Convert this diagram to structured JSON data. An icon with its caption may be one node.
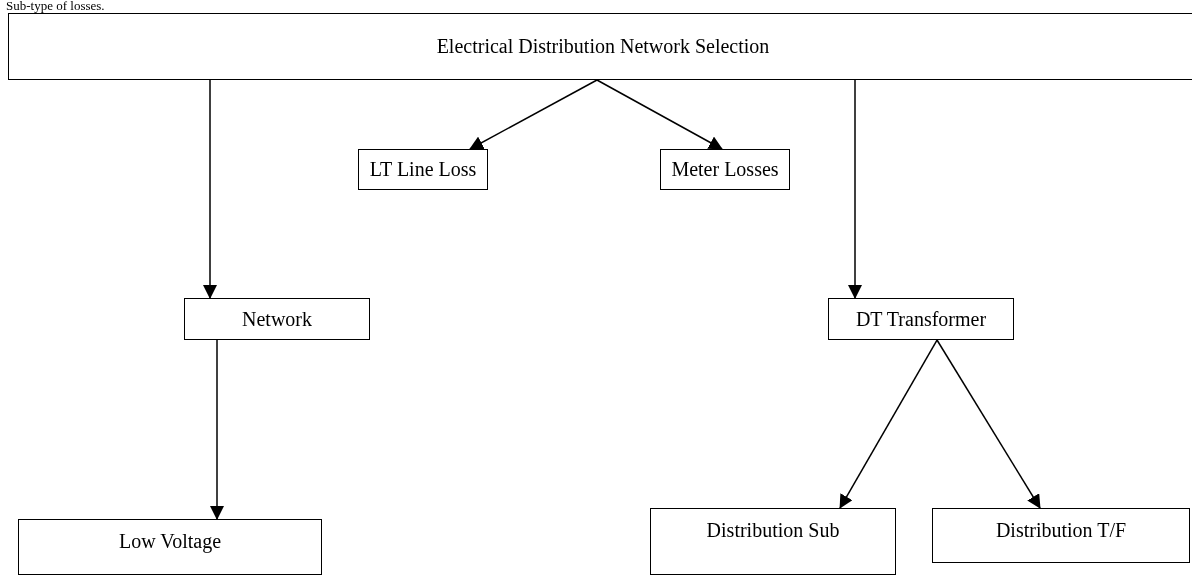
{
  "diagram": {
    "nodes": [
      {
        "text": [
          "Electrical Distribution Network Selection"
        ]
      },
      {
        "text": [
          "LT Line Loss"
        ]
      },
      {
        "text": [
          "Meter Losses"
        ]
      },
      {
        "text": [
          "Network"
        ]
      },
      {
        "text": [
          "DT Transformer"
        ]
      },
      {
        "text": [
          "Low Voltage"
        ]
      },
      {
        "text": [
          "Distribution Sub"
        ]
      },
      {
        "text": [
          "Distribution T/F"
        ]
      }
    ],
    "edges": [
      {
        "from": 0,
        "to": 3,
        "arrow": "to"
      },
      {
        "from": 0,
        "to": 1,
        "arrow": "to"
      },
      {
        "from": 0,
        "to": 2,
        "arrow": "to"
      },
      {
        "from": 0,
        "to": 4,
        "arrow": "to"
      },
      {
        "from": 3,
        "to": 5,
        "arrow": "to"
      },
      {
        "from": 4,
        "to": 6,
        "arrow": "to"
      },
      {
        "from": 4,
        "to": 7,
        "arrow": "to"
      }
    ],
    "labels": [
      "Sub-type of losses."
    ]
  }
}
